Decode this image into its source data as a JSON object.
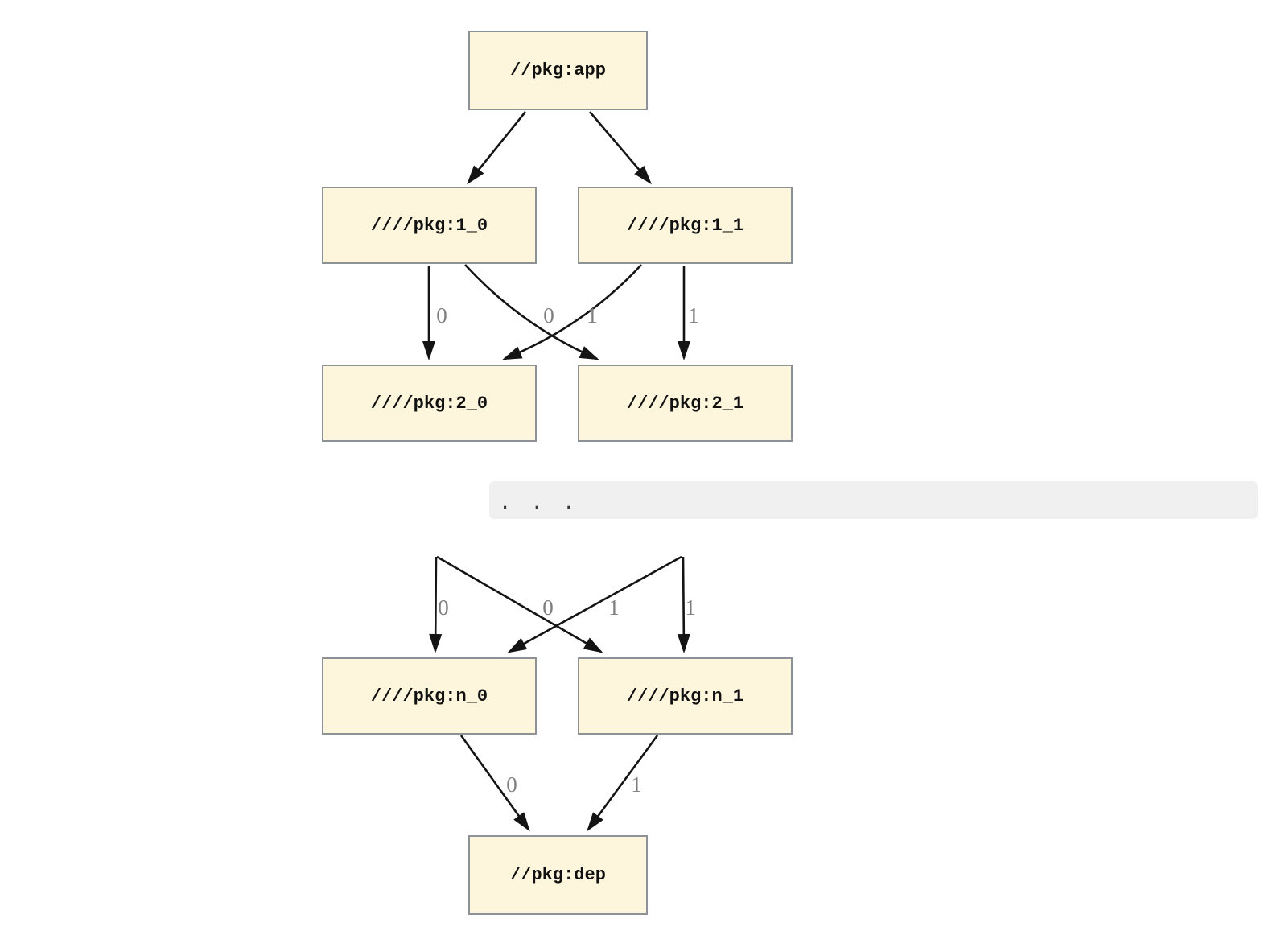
{
  "graph": {
    "ellipsis": ".  .  .",
    "nodes": [
      {
        "id": "app",
        "label": "//pkg:app"
      },
      {
        "id": "1_0",
        "label": "////pkg:1_0"
      },
      {
        "id": "1_1",
        "label": "////pkg:1_1"
      },
      {
        "id": "2_0",
        "label": "////pkg:2_0"
      },
      {
        "id": "2_1",
        "label": "////pkg:2_1"
      },
      {
        "id": "n_0",
        "label": "////pkg:n_0"
      },
      {
        "id": "n_1",
        "label": "////pkg:n_1"
      },
      {
        "id": "dep",
        "label": "//pkg:dep"
      }
    ],
    "edges": [
      {
        "from": "app",
        "to": "1_0",
        "label": ""
      },
      {
        "from": "app",
        "to": "1_1",
        "label": ""
      },
      {
        "from": "1_0",
        "to": "2_0",
        "label": "0"
      },
      {
        "from": "1_1",
        "to": "2_0",
        "label": "0"
      },
      {
        "from": "1_0",
        "to": "2_1",
        "label": "1"
      },
      {
        "from": "1_1",
        "to": "2_1",
        "label": "1"
      },
      {
        "from": "ellipsis",
        "to": "n_0",
        "label": "0"
      },
      {
        "from": "ellipsis",
        "to": "n_0",
        "label": "0"
      },
      {
        "from": "ellipsis",
        "to": "n_1",
        "label": "1"
      },
      {
        "from": "ellipsis",
        "to": "n_1",
        "label": "1"
      },
      {
        "from": "n_0",
        "to": "dep",
        "label": "0"
      },
      {
        "from": "n_1",
        "to": "dep",
        "label": "1"
      }
    ],
    "colors": {
      "node_fill": "#fdf6dc",
      "node_border": "#8c9296",
      "edge": "#141414",
      "edge_label": "#7e7e7e",
      "band_fill": "#f0f0f0",
      "band_text": "#3a3a3a",
      "node_text": "#111111",
      "background": "#ffffff"
    }
  }
}
